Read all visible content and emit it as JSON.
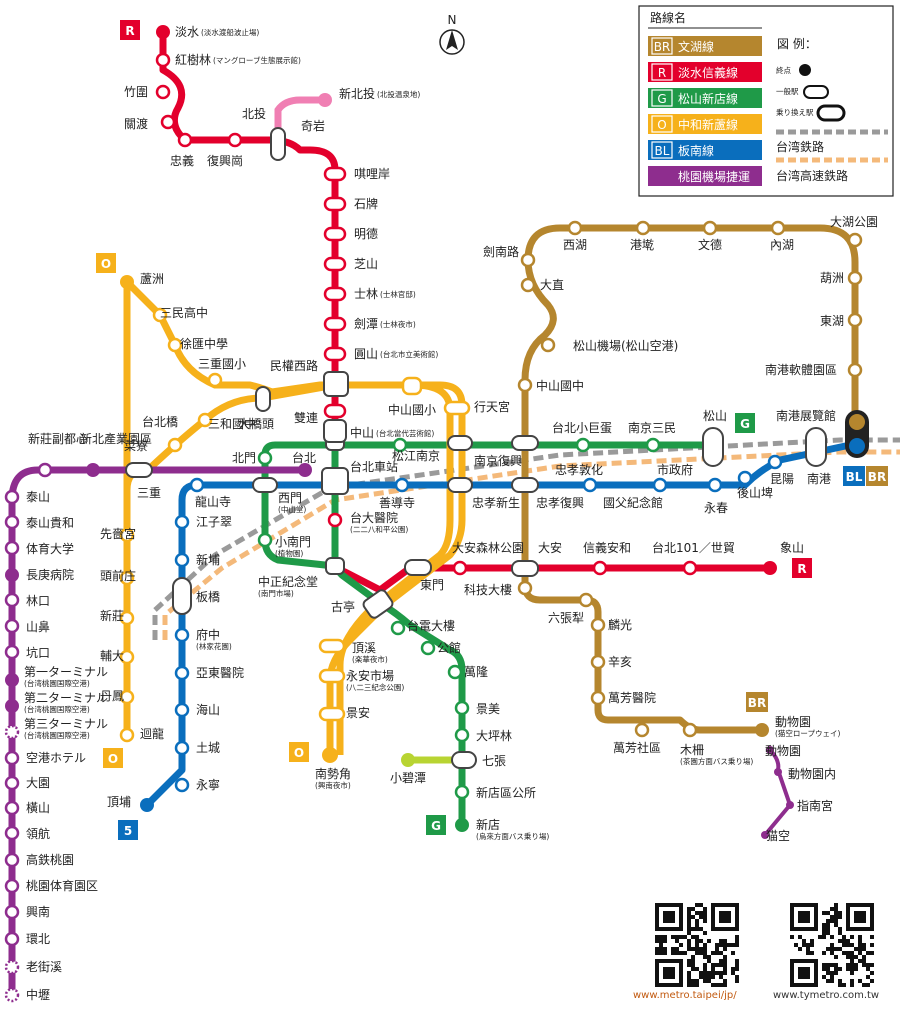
{
  "colors": {
    "BR": "#b5862e",
    "R": "#e3002c",
    "G": "#1f9a48",
    "O": "#f6b11b",
    "BL": "#0a6ebd",
    "A": "#8e2d8e",
    "XB": "#f07fb3",
    "XG": "#b8d432",
    "rail": "#9a9a9a",
    "hsr": "#f4b97a"
  },
  "compass": "N",
  "legend": {
    "title": "路線名",
    "lines": [
      {
        "code": "BR",
        "name": "文湖線",
        "color": "#b5862e"
      },
      {
        "code": "R",
        "name": "淡水信義線",
        "color": "#e3002c"
      },
      {
        "code": "G",
        "name": "松山新店線",
        "color": "#1f9a48"
      },
      {
        "code": "O",
        "name": "中和新蘆線",
        "color": "#f6b11b"
      },
      {
        "code": "BL",
        "name": "板南線",
        "color": "#0a6ebd"
      },
      {
        "code": "",
        "name": "桃園機場捷運",
        "color": "#8e2d8e"
      }
    ],
    "key_title": "図 例：",
    "key_items": [
      "終点",
      "一般駅",
      "乗り換え駅"
    ],
    "rail": "台湾鉄路",
    "hsr": "台湾高速鉄路"
  },
  "badges": [
    {
      "text": "R",
      "color": "#e3002c"
    },
    {
      "text": "O",
      "color": "#f6b11b"
    },
    {
      "text": "O",
      "color": "#f6b11b"
    },
    {
      "text": "O",
      "color": "#f6b11b"
    },
    {
      "text": "G",
      "color": "#1f9a48"
    },
    {
      "text": "G",
      "color": "#1f9a48"
    },
    {
      "text": "R",
      "color": "#e3002c"
    },
    {
      "text": "BL",
      "color": "#0a6ebd"
    },
    {
      "text": "BR",
      "color": "#b5862e"
    },
    {
      "text": "BR",
      "color": "#b5862e"
    },
    {
      "text": "5",
      "color": "#0a6ebd"
    }
  ],
  "stations": [
    {
      "t": "淡水",
      "s": "(淡水渡船波止場)"
    },
    {
      "t": "紅樹林",
      "s": "(マングローブ生態展示館)"
    },
    {
      "t": "竹圍"
    },
    {
      "t": "關渡"
    },
    {
      "t": "忠義"
    },
    {
      "t": "復興崗"
    },
    {
      "t": "北投"
    },
    {
      "t": "新北投",
      "s": "(北投温泉地)"
    },
    {
      "t": "奇岩"
    },
    {
      "t": "唭哩岸"
    },
    {
      "t": "石牌"
    },
    {
      "t": "明德"
    },
    {
      "t": "芝山"
    },
    {
      "t": "士林",
      "s": "(士林官邸)"
    },
    {
      "t": "劍潭",
      "s": "(士林夜市)"
    },
    {
      "t": "圓山",
      "s": "(台北市立美術館)"
    },
    {
      "t": "民權西路"
    },
    {
      "t": "雙連"
    },
    {
      "t": "中山",
      "s": "(台北當代芸術館)"
    },
    {
      "t": "台北車站"
    },
    {
      "t": "台大醫院",
      "s": "(二二八和平公園)"
    },
    {
      "t": "中正紀念堂",
      "s": "(南門市場)"
    },
    {
      "t": "東門"
    },
    {
      "t": "大安森林公園"
    },
    {
      "t": "大安"
    },
    {
      "t": "信義安和"
    },
    {
      "t": "台北101／世貿"
    },
    {
      "t": "象山"
    },
    {
      "t": "蘆洲"
    },
    {
      "t": "三民高中"
    },
    {
      "t": "徐匯中學"
    },
    {
      "t": "三和國中"
    },
    {
      "t": "三重國小"
    },
    {
      "t": "台北橋"
    },
    {
      "t": "大橋頭"
    },
    {
      "t": "菜寮"
    },
    {
      "t": "三重"
    },
    {
      "t": "先嗇宮"
    },
    {
      "t": "頭前庄"
    },
    {
      "t": "新莊"
    },
    {
      "t": "輔大"
    },
    {
      "t": "丹鳳"
    },
    {
      "t": "迴龍"
    },
    {
      "t": "中山國小"
    },
    {
      "t": "行天宮"
    },
    {
      "t": "松江南京"
    },
    {
      "t": "忠孝新生"
    },
    {
      "t": "古亭"
    },
    {
      "t": "頂溪",
      "s": "(楽華夜市)"
    },
    {
      "t": "永安市場",
      "s": "(八二三紀念公園)"
    },
    {
      "t": "景安"
    },
    {
      "t": "南勢角",
      "s": "(興南夜市)"
    },
    {
      "t": "北門"
    },
    {
      "t": "台北"
    },
    {
      "t": "西門",
      "s": "(中山堂)"
    },
    {
      "t": "小南門",
      "s": "(植物園)"
    },
    {
      "t": "台電大樓"
    },
    {
      "t": "公館"
    },
    {
      "t": "萬隆"
    },
    {
      "t": "景美"
    },
    {
      "t": "大坪林"
    },
    {
      "t": "七張"
    },
    {
      "t": "小碧潭"
    },
    {
      "t": "新店區公所"
    },
    {
      "t": "新店",
      "s": "(烏來方面バス乗り場)"
    },
    {
      "t": "台北小巨蛋"
    },
    {
      "t": "南京三民"
    },
    {
      "t": "松山"
    },
    {
      "t": "南京復興"
    },
    {
      "t": "頂埔"
    },
    {
      "t": "永寧"
    },
    {
      "t": "土城"
    },
    {
      "t": "海山"
    },
    {
      "t": "亞東醫院"
    },
    {
      "t": "府中",
      "s": "(林家花園)"
    },
    {
      "t": "板橋"
    },
    {
      "t": "新埔"
    },
    {
      "t": "江子翠"
    },
    {
      "t": "龍山寺"
    },
    {
      "t": "善導寺"
    },
    {
      "t": "忠孝復興"
    },
    {
      "t": "忠孝敦化"
    },
    {
      "t": "國父紀念館"
    },
    {
      "t": "市政府"
    },
    {
      "t": "永春"
    },
    {
      "t": "後山埤"
    },
    {
      "t": "昆陽"
    },
    {
      "t": "南港"
    },
    {
      "t": "南港展覽館"
    },
    {
      "t": "動物園",
      "s": "(猫空ロープウェイ)"
    },
    {
      "t": "木柵",
      "s": "(茶園方面バス乗り場)"
    },
    {
      "t": "萬芳社區"
    },
    {
      "t": "萬芳醫院"
    },
    {
      "t": "辛亥"
    },
    {
      "t": "麟光"
    },
    {
      "t": "六張犁"
    },
    {
      "t": "科技大樓"
    },
    {
      "t": "中山國中"
    },
    {
      "t": "松山機場(松山空港)"
    },
    {
      "t": "大直"
    },
    {
      "t": "劍南路"
    },
    {
      "t": "西湖"
    },
    {
      "t": "港墘"
    },
    {
      "t": "文德"
    },
    {
      "t": "內湖"
    },
    {
      "t": "大湖公園"
    },
    {
      "t": "葫洲"
    },
    {
      "t": "東湖"
    },
    {
      "t": "南港軟體園區"
    },
    {
      "t": "新莊副都心"
    },
    {
      "t": "新北產業園區"
    },
    {
      "t": "泰山"
    },
    {
      "t": "泰山貴和"
    },
    {
      "t": "体育大学"
    },
    {
      "t": "長庚病院"
    },
    {
      "t": "林口"
    },
    {
      "t": "山鼻"
    },
    {
      "t": "坑口"
    },
    {
      "t": "第一ターミナル",
      "s": "(台湾桃園国際空港)"
    },
    {
      "t": "第二ターミナル",
      "s": "(台湾桃園国際空港)"
    },
    {
      "t": "第三ターミナル",
      "s": "(台湾桃園国際空港)"
    },
    {
      "t": "空港ホテル"
    },
    {
      "t": "大園"
    },
    {
      "t": "橫山"
    },
    {
      "t": "領航"
    },
    {
      "t": "高鉄桃園"
    },
    {
      "t": "桃園体育園区"
    },
    {
      "t": "興南"
    },
    {
      "t": "環北"
    },
    {
      "t": "老街溪"
    },
    {
      "t": "中壢"
    },
    {
      "t": "動物園"
    },
    {
      "t": "動物園内"
    },
    {
      "t": "指南宮"
    },
    {
      "t": "猫空"
    }
  ],
  "footer": {
    "url1": "www.metro.taipei/jp/",
    "url2": "www.tymetro.com.tw"
  }
}
